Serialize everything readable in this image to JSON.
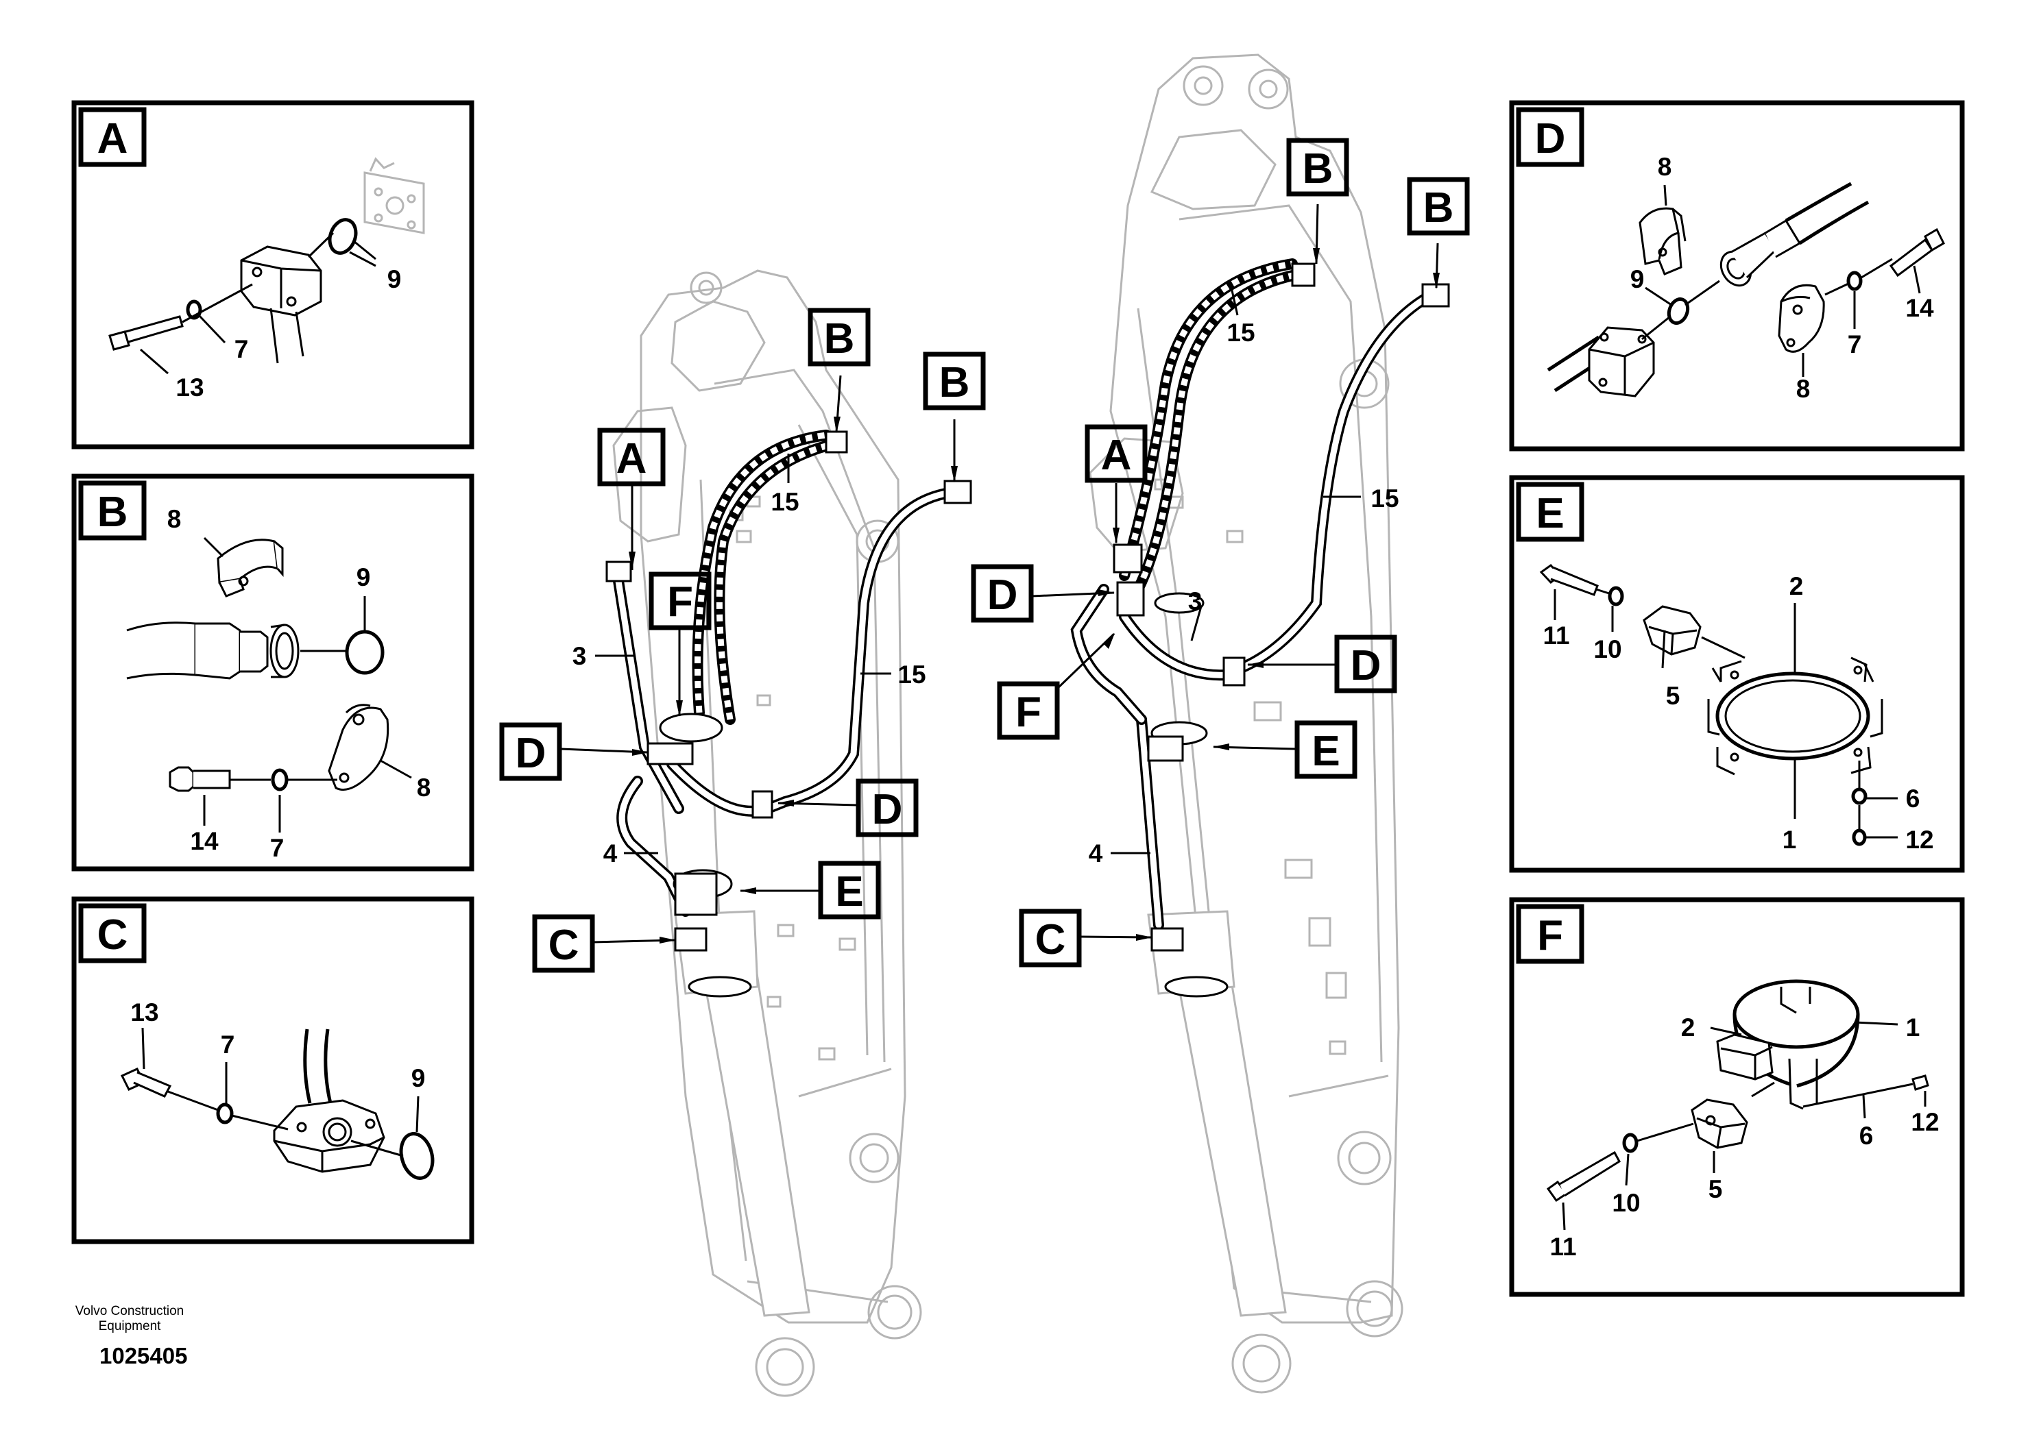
{
  "panels": {
    "A": {
      "letter": "A",
      "parts": [
        "9",
        "7",
        "13"
      ]
    },
    "B": {
      "letter": "B",
      "parts": [
        "8",
        "9",
        "8",
        "14",
        "7"
      ]
    },
    "C": {
      "letter": "C",
      "parts": [
        "13",
        "7",
        "9"
      ]
    },
    "D": {
      "letter": "D",
      "parts": [
        "8",
        "9",
        "14",
        "7",
        "8"
      ]
    },
    "E": {
      "letter": "E",
      "parts": [
        "11",
        "10",
        "2",
        "5",
        "6",
        "1",
        "12"
      ]
    },
    "F": {
      "letter": "F",
      "parts": [
        "2",
        "1",
        "12",
        "6",
        "5",
        "10",
        "11"
      ]
    }
  },
  "boom_left": {
    "flags": [
      "A",
      "B",
      "B",
      "F",
      "D",
      "D",
      "E",
      "C"
    ],
    "parts": [
      "15",
      "3",
      "15",
      "4"
    ]
  },
  "boom_right": {
    "flags": [
      "B",
      "B",
      "A",
      "D",
      "F",
      "D",
      "E",
      "C"
    ],
    "parts": [
      "15",
      "15",
      "3",
      "4"
    ]
  },
  "footer": {
    "company_line1": "Volvo Construction",
    "company_line2": "Equipment",
    "drawing_number": "1025405"
  },
  "colors": {
    "line": "#000000",
    "background": "#ffffff"
  }
}
